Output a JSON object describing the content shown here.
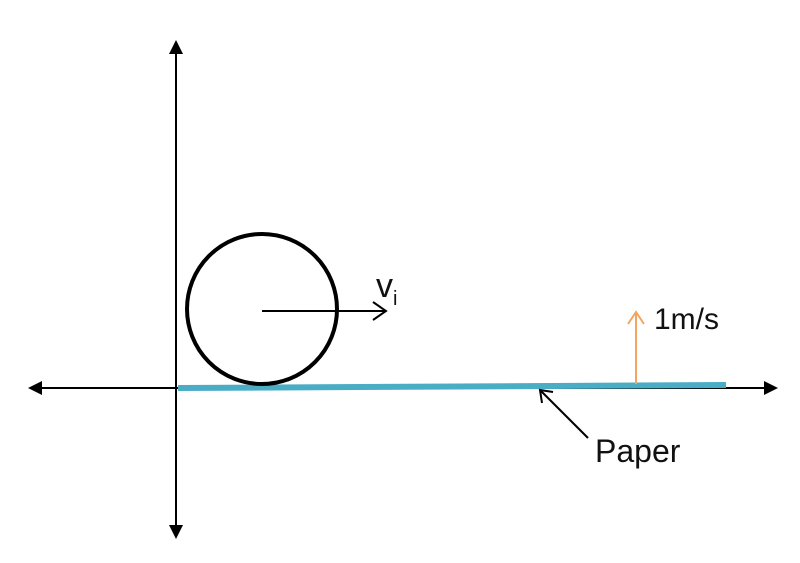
{
  "labels": {
    "velocity_symbol": "v",
    "velocity_subscript": "i",
    "paper_speed": "1m/s",
    "paper": "Paper"
  },
  "colors": {
    "axis": "#000000",
    "ball": "#000000",
    "paper": "#4bacc6",
    "paper_velocity_arrow": "#f4a460",
    "annotation": "#000000"
  },
  "icons": {
    "velocity_arrow": "right-arrow-icon",
    "paper_velocity_arrow": "up-arrow-icon",
    "paper_pointer_arrow": "pointer-arrow-icon"
  }
}
